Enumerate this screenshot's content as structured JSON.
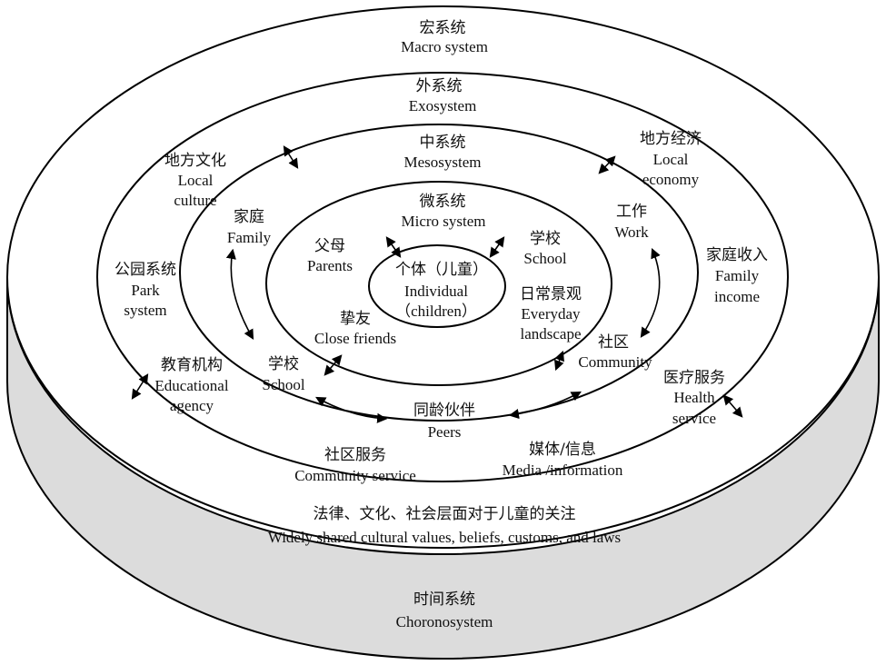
{
  "colors": {
    "outer_side": "#dcdcdc",
    "ring_fill": "#ffffff",
    "line": "#000000",
    "text": "#111111"
  },
  "macro": {
    "cn": "宏系统",
    "en": "Macro system"
  },
  "exo": {
    "cn": "外系统",
    "en": "Exosystem"
  },
  "meso": {
    "cn": "中系统",
    "en": "Mesosystem"
  },
  "micro": {
    "cn": "微系统",
    "en": "Micro system"
  },
  "individual": {
    "cn": "个体（儿童）",
    "en": "Individual",
    "en2": "（children）"
  },
  "parents": {
    "cn": "父母",
    "en": "Parents"
  },
  "school_inner": {
    "cn": "学校",
    "en": "School"
  },
  "friends": {
    "cn": "挚友",
    "en": "Close friends"
  },
  "landscape": {
    "cn": "日常景观",
    "en": "Everyday",
    "en2": "landscape"
  },
  "family": {
    "cn": "家庭",
    "en": "Family"
  },
  "work": {
    "cn": "工作",
    "en": "Work"
  },
  "school_meso": {
    "cn": "学校",
    "en": "School"
  },
  "community": {
    "cn": "社区",
    "en": "Community"
  },
  "peers": {
    "cn": "同龄伙伴",
    "en": "Peers"
  },
  "local_culture": {
    "cn": "地方文化",
    "en": "Local",
    "en2": "culture"
  },
  "local_economy": {
    "cn": "地方经济",
    "en": "Local",
    "en2": "economy"
  },
  "park": {
    "cn": "公园系统",
    "en": "Park",
    "en2": "system"
  },
  "family_income": {
    "cn": "家庭收入",
    "en": "Family",
    "en2": "income"
  },
  "education": {
    "cn": "教育机构",
    "en": "Educational",
    "en2": "agency"
  },
  "health": {
    "cn": "医疗服务",
    "en": "Health",
    "en2": "service"
  },
  "community_service": {
    "cn": "社区服务",
    "en": "Community service"
  },
  "media": {
    "cn": "媒体/信息",
    "en": "Media /information"
  },
  "laws": {
    "cn": "法律、文化、社会层面对于儿童的关注",
    "en": "Widely shared cultural values, beliefs, customs, and laws"
  },
  "chrono": {
    "cn": "时间系统",
    "en": "Choronosystem"
  }
}
